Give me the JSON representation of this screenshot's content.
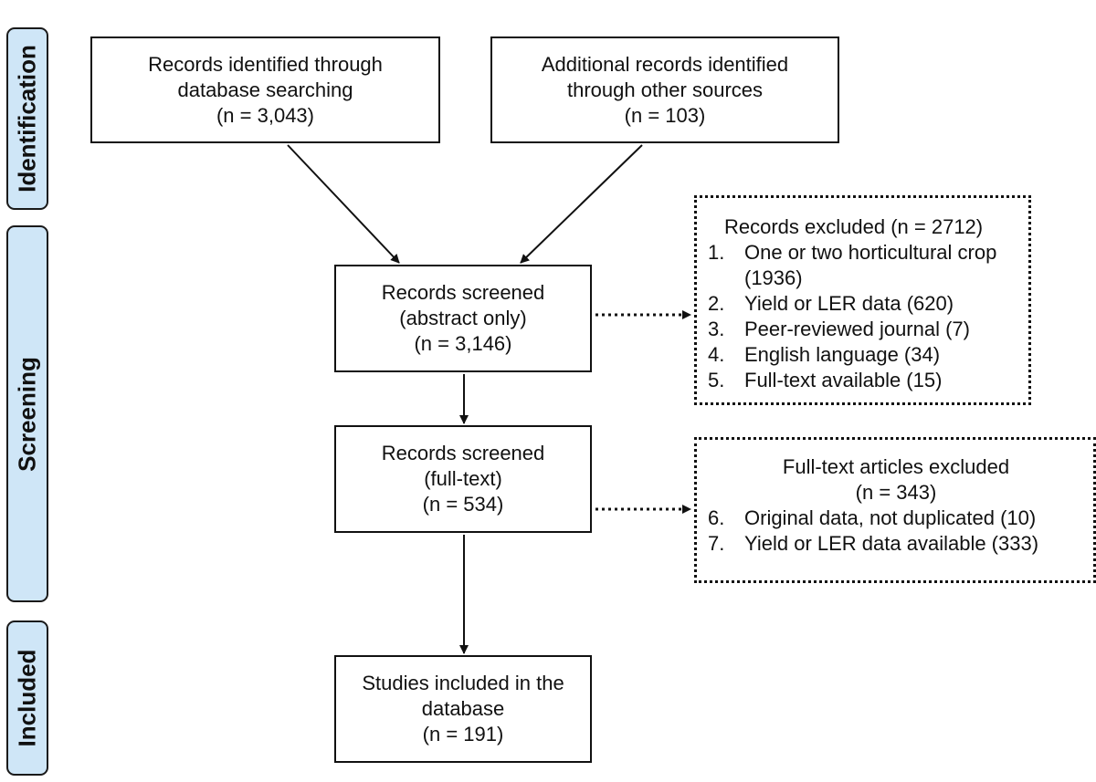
{
  "phases": {
    "identification": "Identification",
    "screening": "Screening",
    "included": "Included"
  },
  "boxes": {
    "database": {
      "line1": "Records identified through",
      "line2": "database searching",
      "line3": "(n = 3,043)"
    },
    "other": {
      "line1": "Additional records identified",
      "line2": "through other sources",
      "line3": "(n = 103)"
    },
    "abstract": {
      "line1": "Records screened",
      "line2": "(abstract only)",
      "line3": "(n = 3,146)"
    },
    "fulltext": {
      "line1": "Records screened",
      "line2": "(full-text)",
      "line3": "(n = 534)"
    },
    "included": {
      "line1": "Studies included in the",
      "line2": "database",
      "line3": "(n = 191)"
    }
  },
  "exclusions_abstract": {
    "title": "Records excluded (n = 2712)",
    "items": [
      {
        "num": "1.",
        "text": "One or two horticultural crop (1936)"
      },
      {
        "num": "2.",
        "text": "Yield or LER data (620)"
      },
      {
        "num": "3.",
        "text": "Peer-reviewed journal (7)"
      },
      {
        "num": "4.",
        "text": "English language (34)"
      },
      {
        "num": "5.",
        "text": "Full-text available (15)"
      }
    ]
  },
  "exclusions_fulltext": {
    "title_line1": "Full-text articles excluded",
    "title_line2": "(n = 343)",
    "items": [
      {
        "num": "6.",
        "text": "Original data, not duplicated (10)"
      },
      {
        "num": "7.",
        "text": "Yield or LER data available (333)"
      }
    ]
  }
}
